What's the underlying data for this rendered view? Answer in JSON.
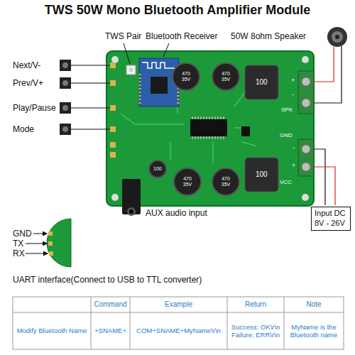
{
  "diagram": {
    "title": "TWS 50W Mono Bluetooth Amplifier Module",
    "nodes": [
      {
        "text": [
          "Input DC 8V - 26V"
        ]
      }
    ],
    "labels": [
      "Next/V-",
      "Prev/V+",
      "Play/Pause",
      "Mode",
      "TWS Pair",
      "Bluetooth Receiver",
      "50W 8ohm Speaker",
      "470 35V",
      "470 35V",
      "100",
      "SPK",
      "+",
      "-",
      "-",
      "GND",
      "VCC",
      "+",
      "100",
      "470 35V",
      "470 35V",
      "100",
      "AUX audio input",
      "GND",
      "TX",
      "RX",
      "UART interface(Connect to USB to TTL converter)",
      "Command",
      "Example",
      "Return",
      "Note",
      "Modify Bluetooth Name",
      "+SNAME+",
      "COM+SNAME+MyName\\r\\n",
      "Success: OK\\r\\n Failure: ERR\\r\\n",
      "MyName is the Bluetooth name"
    ]
  }
}
